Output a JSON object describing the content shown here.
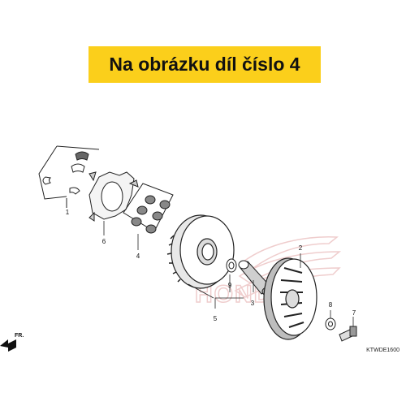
{
  "banner": {
    "text": "Na obrázku díl číslo 4"
  },
  "diagram": {
    "part_numbers": [
      "1",
      "6",
      "4",
      "9",
      "3",
      "5",
      "2",
      "8",
      "7"
    ],
    "front_label": "FR.",
    "watermark": "HONDA",
    "ref_code": "KTWDE1600"
  },
  "colors": {
    "banner_bg": "#fbcf1b",
    "watermark": "#e8b7b7"
  }
}
